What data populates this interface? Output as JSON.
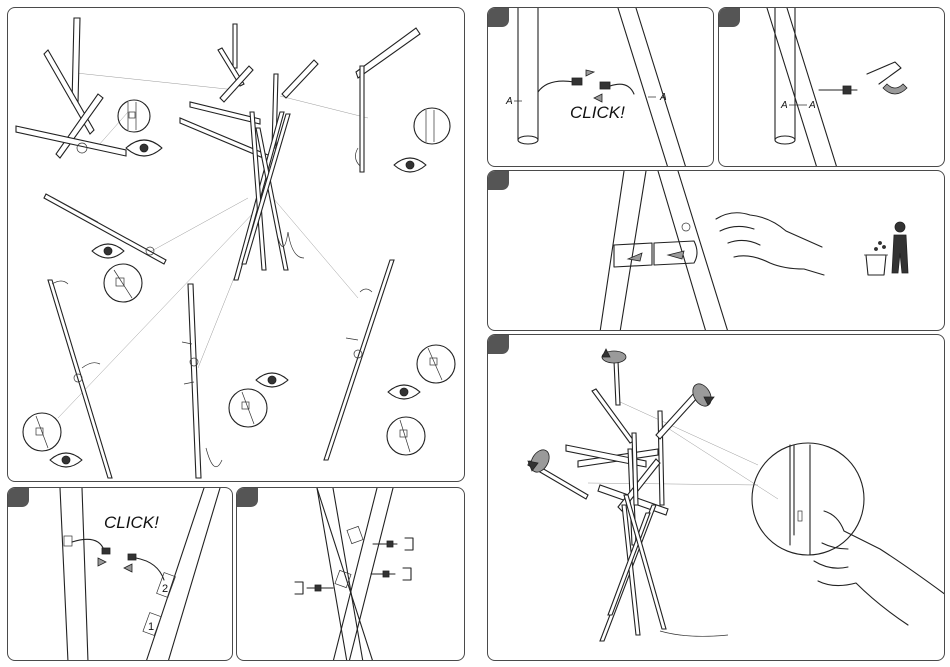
{
  "panels": {
    "step5": {
      "click_label": "CLICK!",
      "marker_left": "A",
      "marker_right": "A"
    },
    "step6": {
      "marker_left": "A",
      "marker_right": "A"
    },
    "step2": {
      "click_label": "CLICK!",
      "number_upper": "2",
      "number_lower": "1"
    }
  },
  "icons": [
    "eye-icon",
    "hand-icon",
    "trash-bin-icon",
    "rotate-arrow-icon",
    "arrow-icon"
  ],
  "colors": {
    "line": "#222222",
    "tab": "#555555",
    "border": "#4a4a4a"
  }
}
